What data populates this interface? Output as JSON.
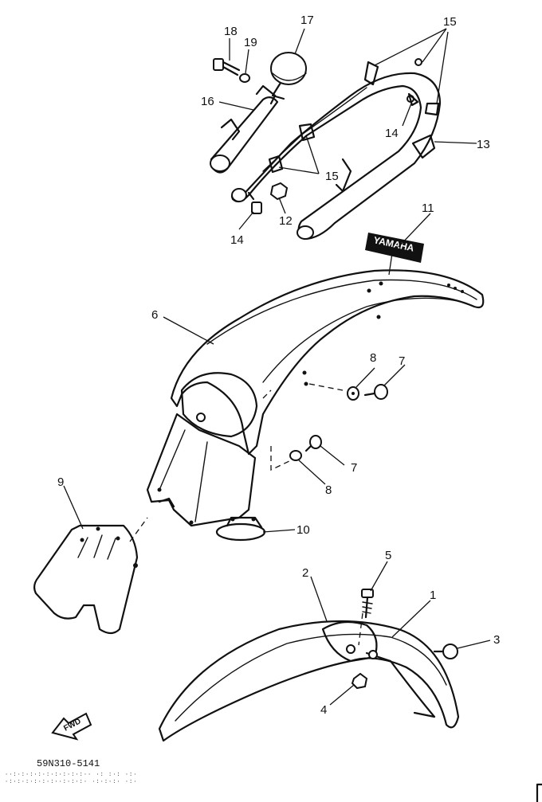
{
  "callouts": {
    "c1": "1",
    "c2": "2",
    "c3": "3",
    "c4": "4",
    "c5": "5",
    "c6": "6",
    "c7a": "7",
    "c7b": "7",
    "c8a": "8",
    "c8b": "8",
    "c9": "9",
    "c10": "10",
    "c11": "11",
    "c12": "12",
    "c13": "13",
    "c14a": "14",
    "c14b": "14",
    "c15a": "15",
    "c15b": "15",
    "c16": "16",
    "c17": "17",
    "c18": "18",
    "c19": "19"
  },
  "emblem_text": "YAMAHA",
  "fwd_label": "FWD",
  "drawing_code": "59N310-5141",
  "colors": {
    "ink": "#111111",
    "paper": "#ffffff"
  }
}
